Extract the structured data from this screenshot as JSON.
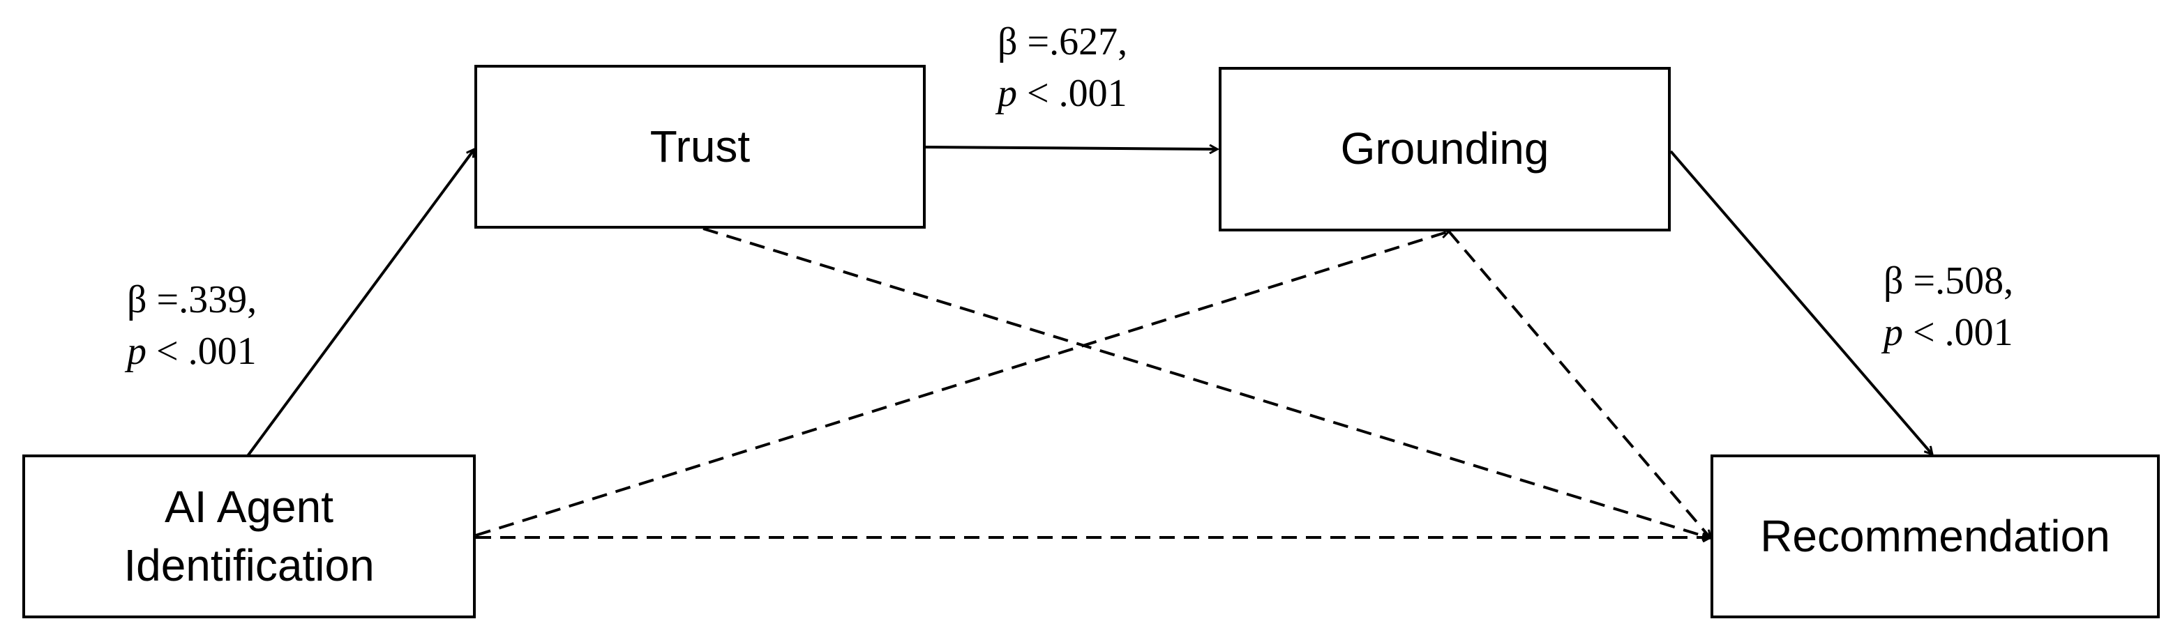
{
  "nodes": {
    "ai_agent": {
      "line1": "AI Agent",
      "line2": "Identification"
    },
    "trust": {
      "label": "Trust"
    },
    "grounding": {
      "label": "Grounding"
    },
    "recommendation": {
      "label": "Recommendation"
    }
  },
  "paths": {
    "ai_to_trust": {
      "beta": "β =.339,",
      "p_symbol": "p",
      "p_value": "< .001"
    },
    "trust_to_grounding": {
      "beta": "β =.627,",
      "p_symbol": "p",
      "p_value": "< .001"
    },
    "grounding_to_recommendation": {
      "beta": "β =.508,",
      "p_symbol": "p",
      "p_value": "< .001"
    }
  },
  "colors": {
    "stroke": "#000000",
    "background": "#ffffff"
  }
}
